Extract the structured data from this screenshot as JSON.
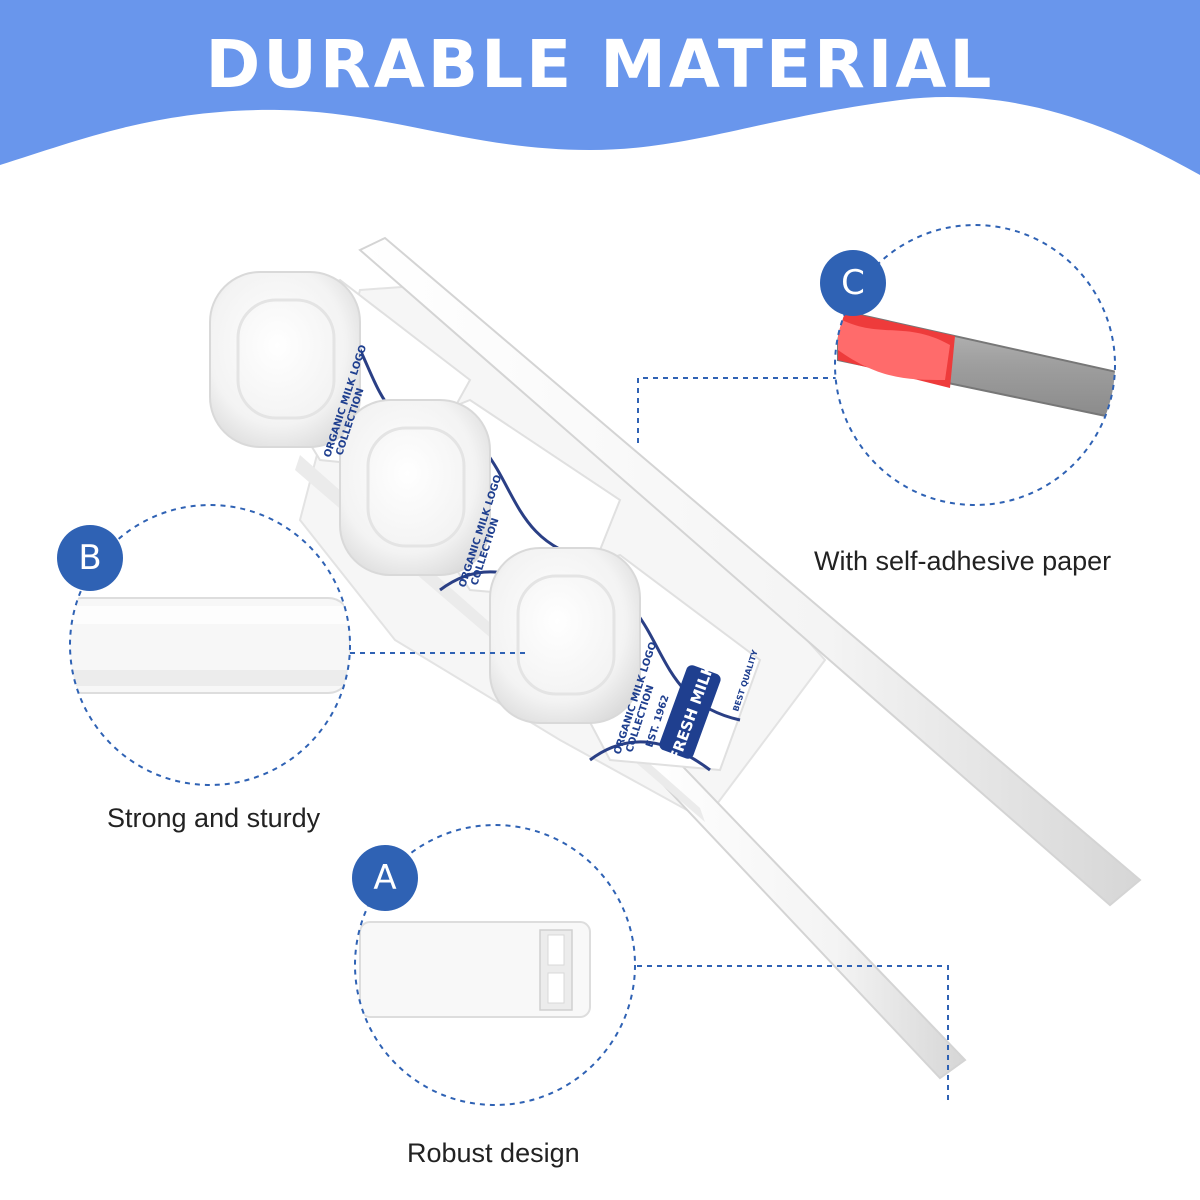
{
  "banner": {
    "title": "DURABLE MATERIAL",
    "color": "#6996ec"
  },
  "accent_color": "#2f62b4",
  "callouts": [
    {
      "letter": "A",
      "caption": "Robust design"
    },
    {
      "letter": "B",
      "caption": "Strong and sturdy"
    },
    {
      "letter": "C",
      "caption": "With self-adhesive paper"
    }
  ],
  "product_labels": {
    "brand": "FRESH MILK",
    "line1": "ORGANIC MILK LOGO",
    "line2": "COLLECTION",
    "est": "EST. 1962",
    "tag": "BEST QUALITY"
  }
}
